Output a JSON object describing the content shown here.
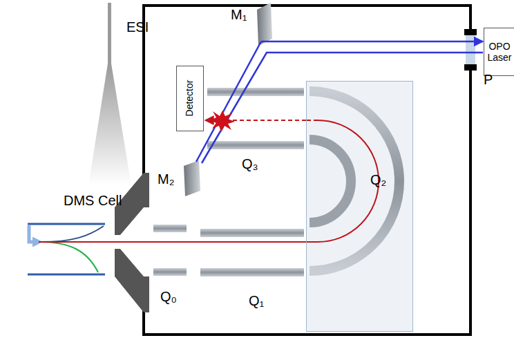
{
  "diagram": {
    "nodes": [
      {
        "text": [
          "OPO Laser"
        ]
      },
      {
        "text": [
          "Detector"
        ]
      },
      {
        "text": [
          "Q₂"
        ]
      }
    ],
    "edges": [
      {
        "from": 2,
        "to": 1,
        "arrow": "to"
      }
    ],
    "labels": [
      "ESI",
      "DMS Cell",
      "Q₀",
      "Q₁",
      "Q₃",
      "M₁",
      "M₂",
      "P"
    ]
  }
}
